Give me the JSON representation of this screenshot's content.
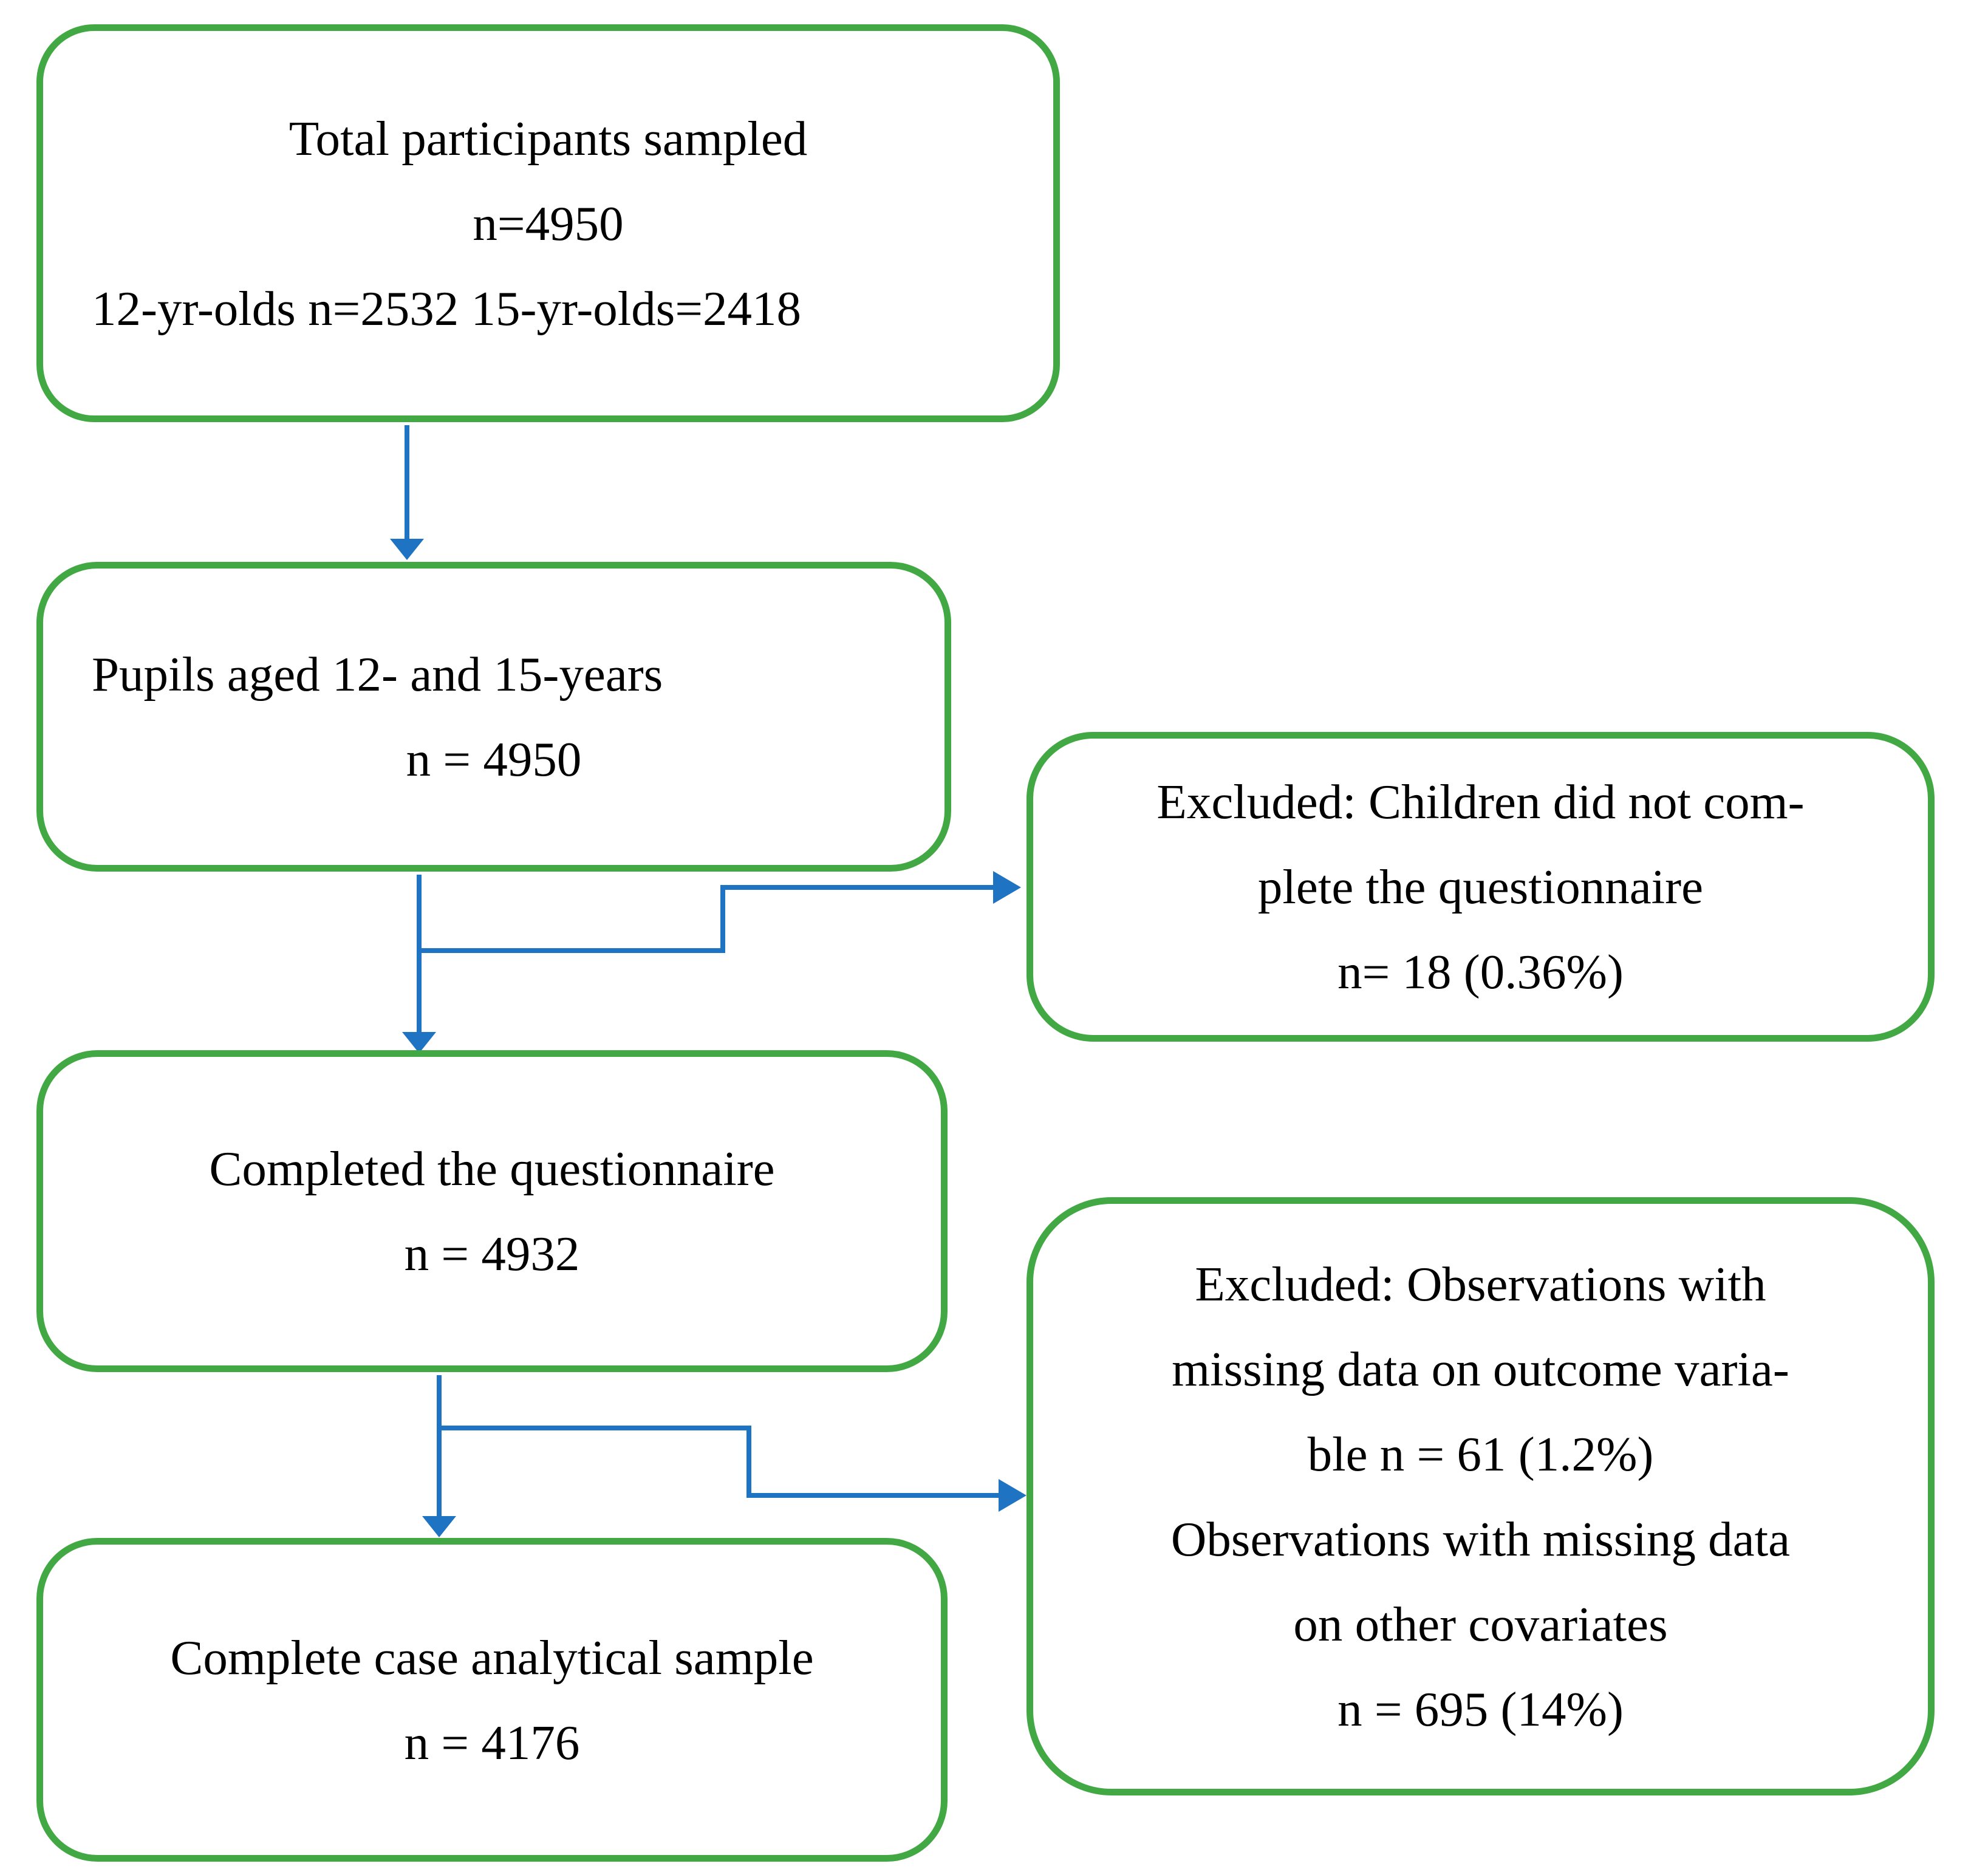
{
  "colors": {
    "box_border": "#41a843",
    "arrow": "#1e73c2",
    "text": "#000000",
    "background": "#ffffff"
  },
  "boxes": {
    "total": {
      "lines": [
        "Total participants sampled",
        "n=4950",
        "12-yr-olds n=2532 15-yr-olds=2418"
      ]
    },
    "aged": {
      "lines": [
        "Pupils aged 12- and 15-years",
        "n = 4950"
      ]
    },
    "excluded1": {
      "lines": [
        "Excluded: Children did not com-",
        "plete the questionnaire",
        "n= 18 (0.36%)"
      ]
    },
    "completed": {
      "lines": [
        "Completed the questionnaire",
        "n = 4932"
      ]
    },
    "excluded2": {
      "lines": [
        "Excluded: Observations with",
        "missing data on outcome varia-",
        "ble n = 61 (1.2%)",
        "Observations with missing data",
        "on other covariates",
        "n = 695 (14%)"
      ]
    },
    "final": {
      "lines": [
        "Complete case analytical sample",
        "n = 4176"
      ]
    }
  }
}
